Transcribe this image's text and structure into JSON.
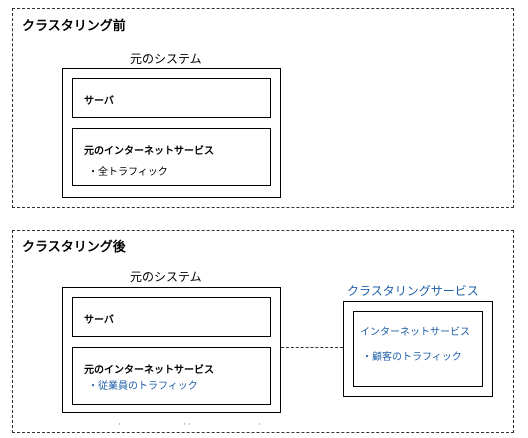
{
  "before": {
    "title": "クラスタリング前",
    "system_title": "元のシステム",
    "server_label": "サーバ",
    "internet_service_label": "元のインターネットサービス",
    "traffic_label": "・全トラフィック"
  },
  "after": {
    "title": "クラスタリング後",
    "system_title": "元のシステム",
    "server_label": "サーバ",
    "internet_service_label": "元のインターネットサービス",
    "traffic_label": "・従業員のトラフィック"
  },
  "cluster_service": {
    "title": "クラスタリングサービス",
    "internet_service_label": "インターネットサービス",
    "traffic_label": "・顧客のトラフィック"
  },
  "colors": {
    "accent_blue": "#1f5fa8",
    "border": "#000000",
    "dashed_border": "#333333"
  }
}
